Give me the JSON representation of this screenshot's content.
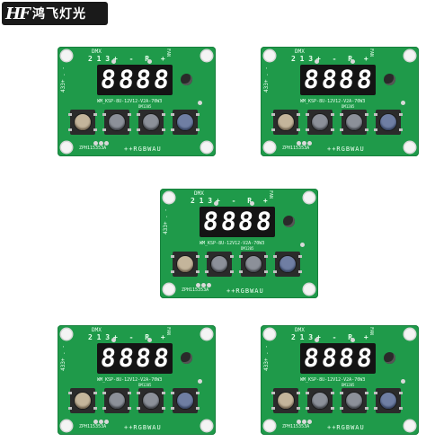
{
  "logo": {
    "mark": "HF",
    "text": "鸿飞灯光"
  },
  "board": {
    "dmx_label": "DMX",
    "connector_numbers": "2 1 3",
    "pin_labels": "+ - R +",
    "fan_label": "FAN",
    "side_label": "433+ . -",
    "model_label": "WM_KSP-8U-12V12-V2A-70W3",
    "sub_label": "DM1205",
    "serial_label": "ZPH115353A",
    "output_labels": "++RGBWAU",
    "display_digits": [
      "8",
      "8",
      "8",
      "8"
    ]
  },
  "boards": [
    {
      "id": "board-top-left"
    },
    {
      "id": "board-top-right"
    },
    {
      "id": "board-center"
    },
    {
      "id": "board-bottom-left"
    },
    {
      "id": "board-bottom-right"
    }
  ]
}
